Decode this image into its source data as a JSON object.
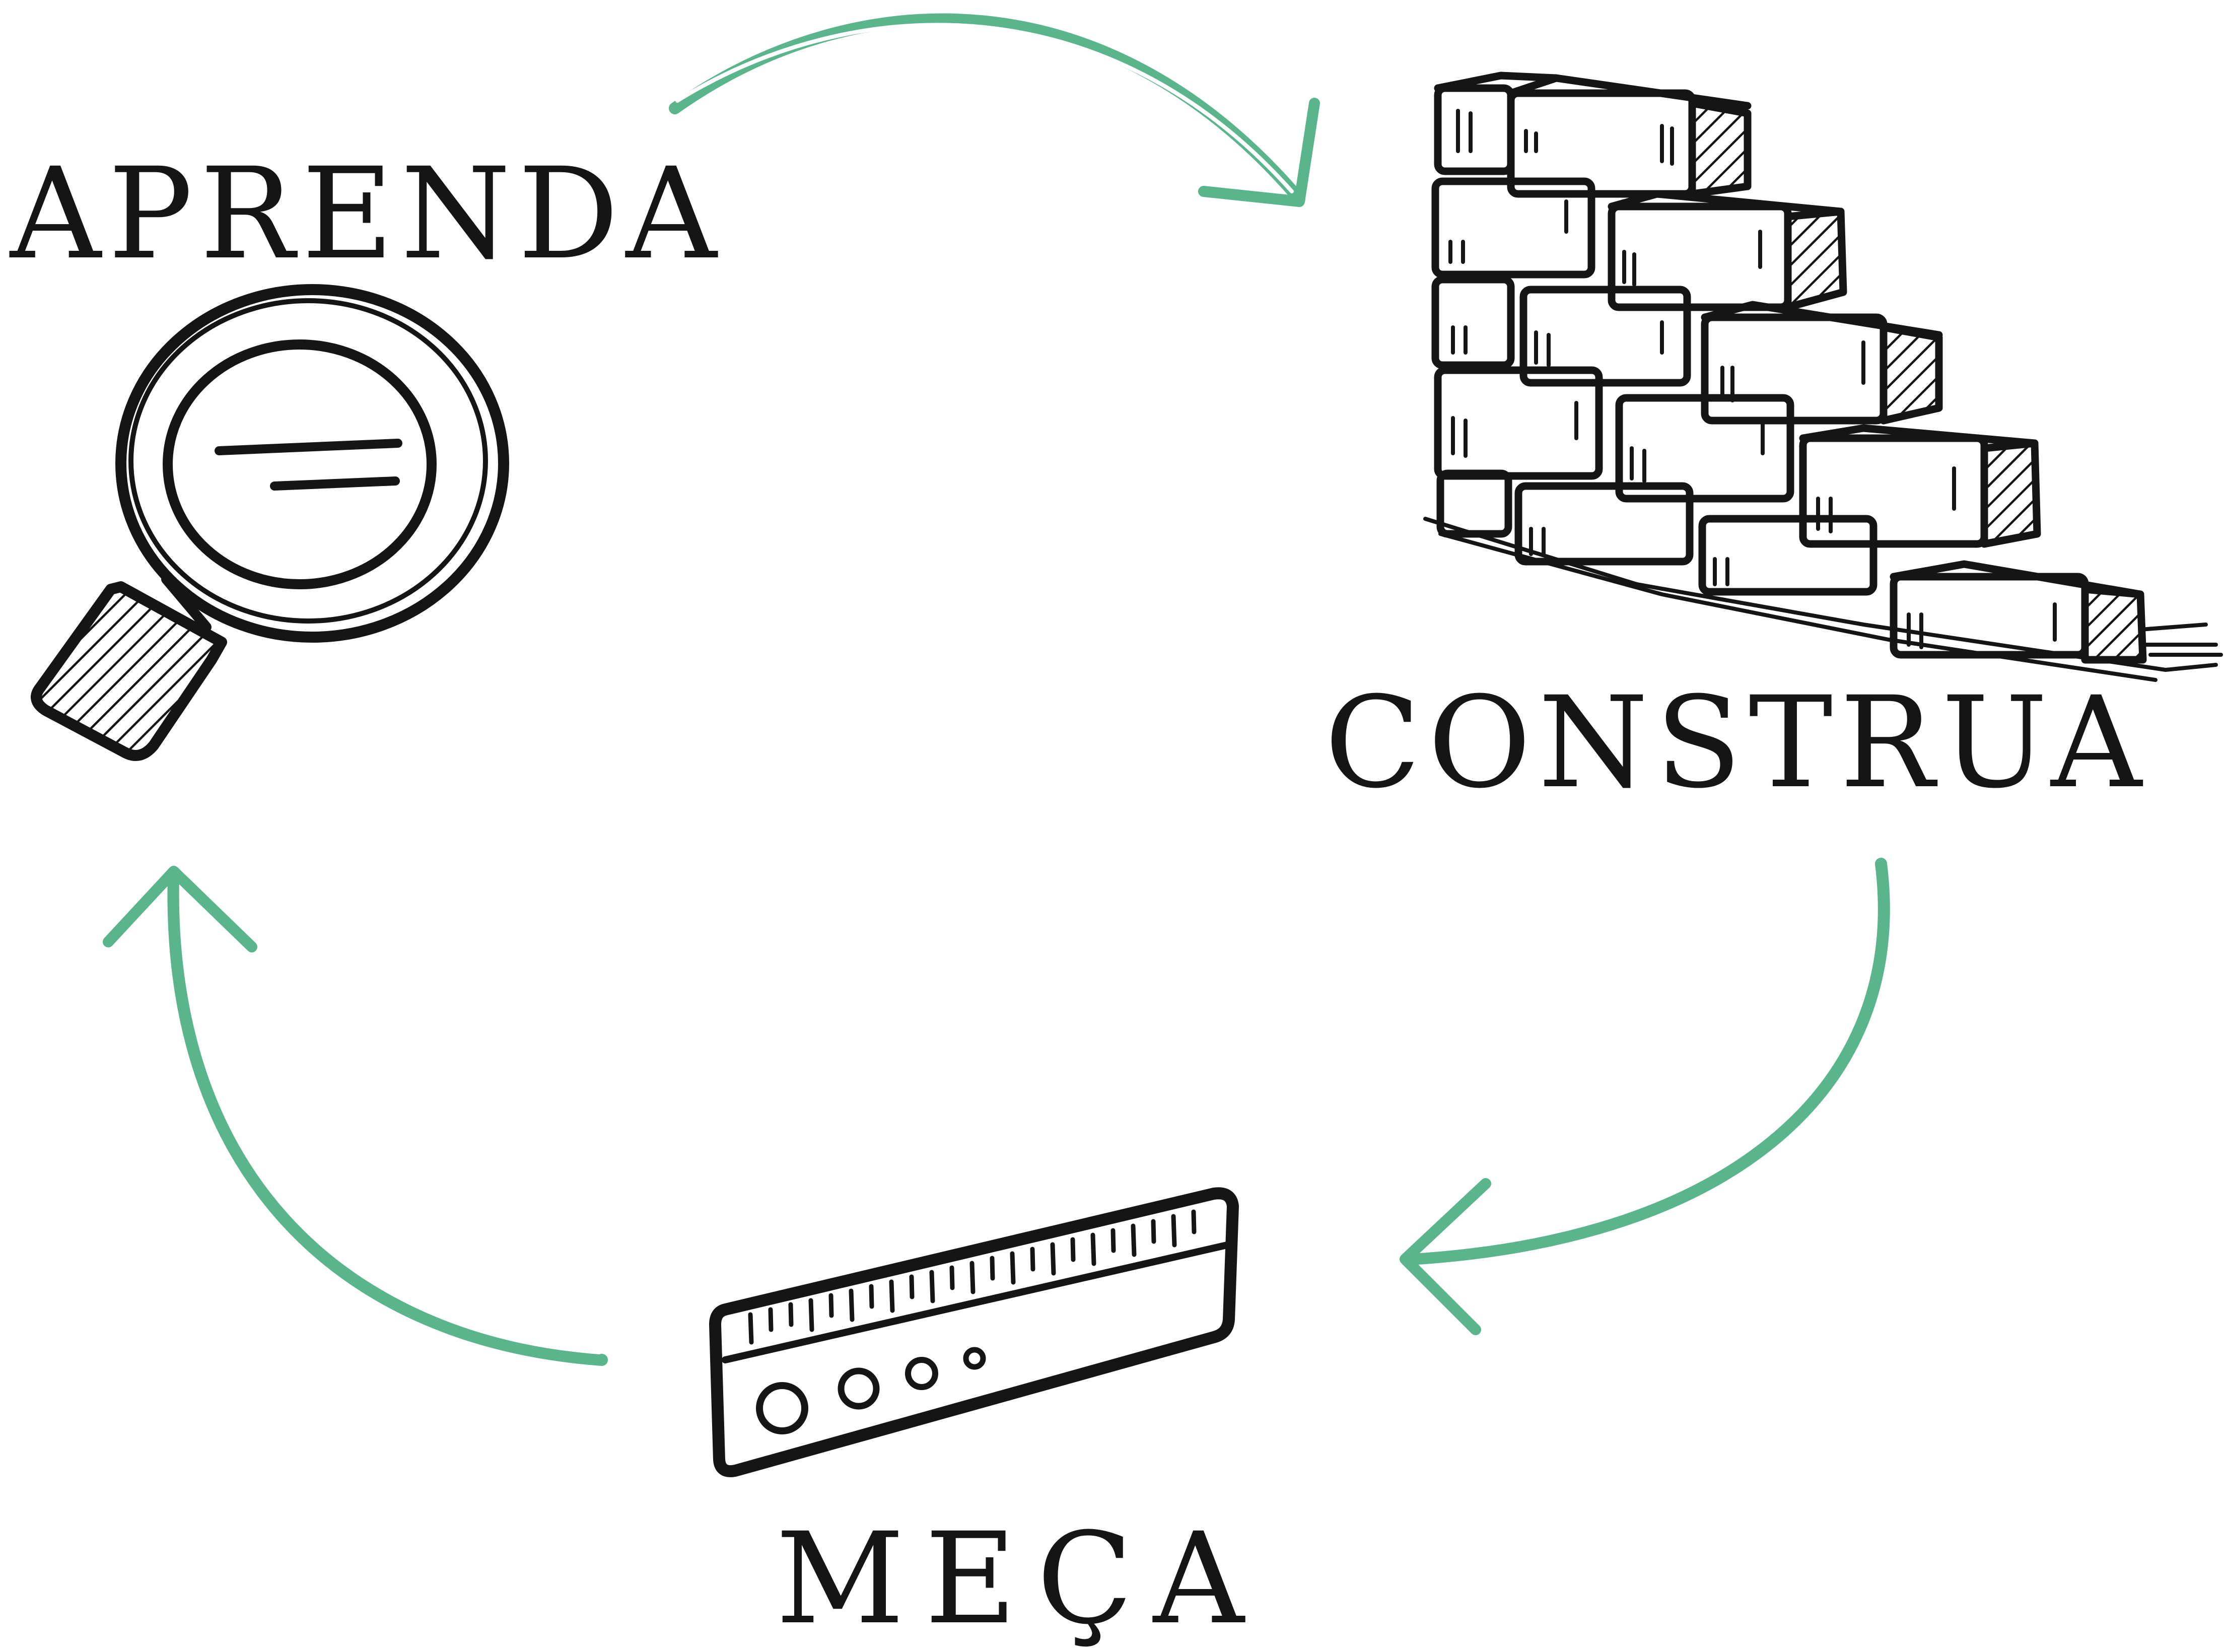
{
  "cycle": {
    "steps": [
      {
        "id": "learn",
        "label": "APRENDA",
        "icon": "magnifying-glass-icon"
      },
      {
        "id": "build",
        "label": "CONSTRUA",
        "icon": "brick-wall-icon"
      },
      {
        "id": "measure",
        "label": "MEÇA",
        "icon": "ruler-icon"
      }
    ],
    "arrow_color": "#5bb58c",
    "ink_color": "#151515"
  }
}
